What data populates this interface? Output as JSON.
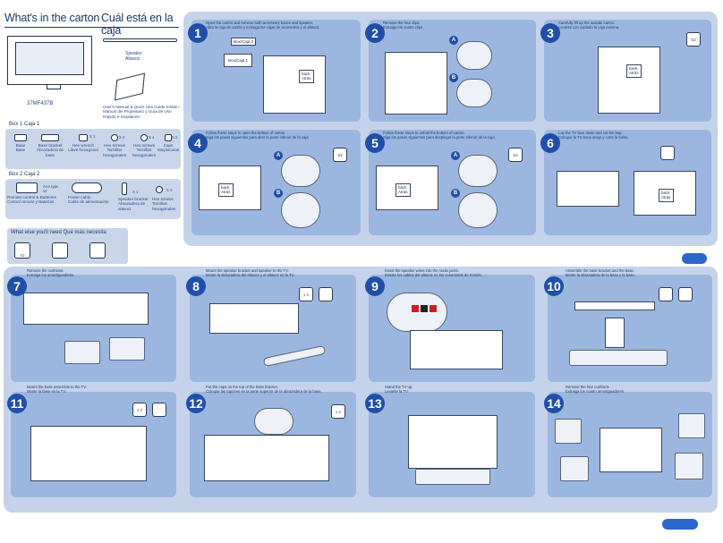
{
  "header": {
    "title_en": "What's in the carton",
    "title_es": "Cuál está en la caja"
  },
  "contents": {
    "model": "37MF437B",
    "speaker": "Speaker\nAltavoz",
    "manual": "User's Manual & Quick Use Guide Inside /\nManual del Propietario y Guía de Uso\nRápido e Instalación"
  },
  "box1": {
    "label": "Box 1    Caja  1",
    "items": [
      {
        "label": "Base\nBase",
        "qty": ""
      },
      {
        "label": "Base bracket\nAbrazadera de\nbase",
        "qty": ""
      },
      {
        "label": "Hex wrench\nLlave hexagonal",
        "qty": "X 1"
      },
      {
        "label": "Hex screws\nTornillos\nhexagonales",
        "qty": "X 2"
      },
      {
        "label": "Hex screws\nTornillos\nhexagonales",
        "qty": "X 4"
      },
      {
        "label": "Caps\nMayúsculas",
        "qty": "X 2"
      }
    ]
  },
  "box2": {
    "label": "Box 2    Caja  2",
    "items": [
      {
        "label": "Remote control & Batteries\nControl remoto y Baterías",
        "qty": "AAA type x2"
      },
      {
        "label": "Power cable\nCable de alimentación",
        "qty": ""
      },
      {
        "label": "Speaker bracket\nAbrazadera de\naltavoz",
        "qty": "X 1"
      },
      {
        "label": "Hex screws\nTornillos\nhexagonales",
        "qty": "X 4"
      }
    ]
  },
  "need": {
    "label": "What else you'll need    Qué más necesita",
    "tool1": "X2"
  },
  "box_labels": {
    "box2_sticker": "Box/Caja 2",
    "box1_sticker": "Box/Caja  1",
    "back": "back\nAtrás"
  },
  "steps": [
    {
      "num": "1",
      "text": "Open the carton and remove both accessory boxes and speaker.\nAbra la caja de cartón y extraiga las cajas de accesorios y el altavoz."
    },
    {
      "num": "2",
      "text": "Remove the four clips.\nExtraiga los cuatro clips."
    },
    {
      "num": "3",
      "text": "Carefully lift up the outside carton.\nLevante con cuidado la caja externa.",
      "icon": "X2"
    },
    {
      "num": "4",
      "text": "Follow these steps to open the bottom of carton.\nSiga los pasos siguientes para abrir la parte inferior de la caja.",
      "icon": "X2"
    },
    {
      "num": "5",
      "text": "Follow these steps to unfold the bottom of carton.\nSiga los pasos siguientes para desplegar la parte inferior de la caja.",
      "icon": "X2"
    },
    {
      "num": "6",
      "text": "Lay the TV face down and cut the bag.\nColoque la TV boca abajo y corte la bolsa."
    },
    {
      "num": "7",
      "text": "Remove the cushions.\nExtraiga los amortiguadores."
    },
    {
      "num": "8",
      "text": "Mount the speaker bracket and speaker to the TV.\nMonte la abrazadera del altavoz y el altavoz en la TV.",
      "icon": "x 4"
    },
    {
      "num": "9",
      "text": "Insert the speaker wires into the Audio jacks.\nInserte los cables del altavoz en los conectores de Sonido."
    },
    {
      "num": "10",
      "text": "Assemble the base bracket and the base.\nMonte la abrazadera de la base y la base."
    },
    {
      "num": "11",
      "text": "Mount the base assemble to the TV.\nMonte la base en la TV.",
      "icon": "x 2"
    },
    {
      "num": "12",
      "text": "Put the caps on the top of the base bracket.\nColoque las tapones en la parte superior de la abrazadera de la base.",
      "icon": "x 2"
    },
    {
      "num": "13",
      "text": "Stand the TV up.\nLevante la TV."
    },
    {
      "num": "14",
      "text": "Remove the four cushions.\nExtraiga los cuatro amortiguadores."
    }
  ],
  "ab": {
    "a": "A",
    "b": "B"
  },
  "colors": {
    "accent": "#1f4fa8",
    "panel": "#9cb7df",
    "panel_bg": "#c4d3ea",
    "arrow": "#2a67c9"
  }
}
